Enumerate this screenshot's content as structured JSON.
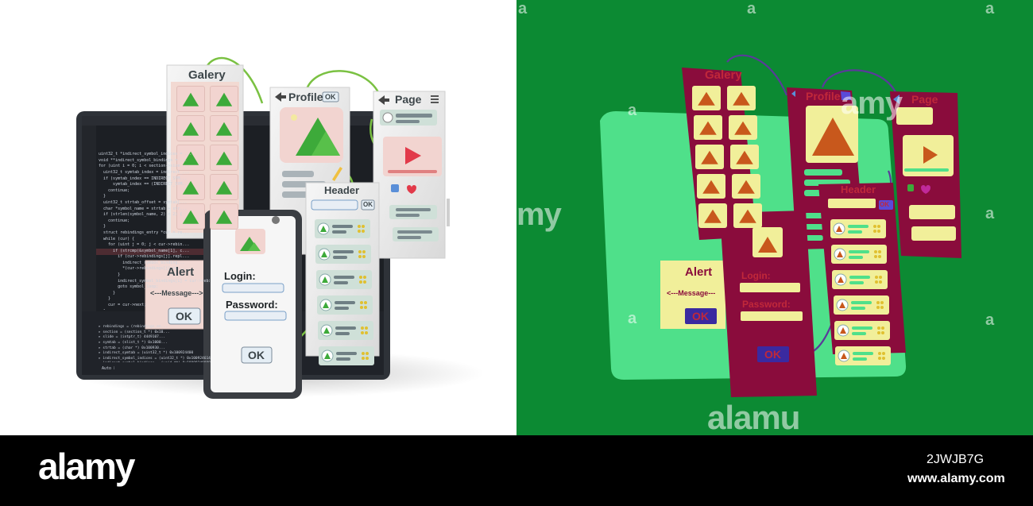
{
  "scene_left": {
    "gallery_title": "Galery",
    "profile_title": "Profile",
    "profile_ok": "OK",
    "page_title": "Page",
    "header_title": "Header",
    "header_ok": "OK",
    "alert_title": "Alert",
    "alert_message": "<---Message--->",
    "alert_ok": "OK",
    "login_label": "Login:",
    "password_label": "Password:",
    "phone_ok": "OK",
    "code_lines": [
      "uint32_t *indirect_symbol_indices = ...",
      "void **indirect_symbol_bindings = ...",
      "for (uint i = 0; i < section->size ...",
      "  uint32_t symtab_index = indirect_...",
      "  if (symtab_index == INDIRECT_SYM...",
      "      symtab_index == (INDIRECT_SYM...",
      "    continue;",
      "  }",
      "  uint32_t strtab_offset = symtab[...",
      "  char *symbol_name = strtab + str...",
      "  if (strlen(symbol_name, 2) < 2) {",
      "    continue;",
      "  }",
      "  struct rebindings_entry *cur = re...",
      "  while (cur) {",
      "    for (uint j = 0; j < cur->rebin...",
      "      if (strcmp(&symbol_name[1], c...",
      "        if (cur->rebindings[j].repl...",
      "          indirect_symbol_binding...",
      "          *(cur->rebindings[j].re...",
      "        }",
      "        indirect_symbol_bindings[i] = cur->rebin...",
      "        goto symbol_loop;",
      "      }",
      "    }",
      "    cur = cur->next;",
      "  }",
      "  symbol_loop:;",
      "}",
      "",
      "static void rebi..."
    ],
    "debug_lines": [
      "▸ rebindings = (rebindings_en...",
      "▸ section = (section_t *) 0x10...",
      "▸ slide = (intptr_t) 4449107...",
      "▸ symtab = (nlist_t *) 0x1000...",
      "▸ strtab = (char *) 0x100930...",
      "▸ indirect_symtab = (uint32_t *) 0x100924400",
      "▸ indirect_symbol_indices = (uint32_t *) 0x100924614",
      "▸ indirect_symbol_bindings = (void **) 0x10009340000",
      "  i = (uint) 35"
    ],
    "debug_status": "Auto ⁞"
  },
  "scene_right": {
    "gallery_title": "Galery",
    "profile_title": "Profile",
    "page_title": "Page",
    "header_title": "Header",
    "header_ok": "OK",
    "alert_title": "Alert",
    "alert_message": "<---Message---",
    "alert_ok": "OK",
    "login_label": "Login:",
    "password_label": "Password:",
    "phone_ok": "OK"
  },
  "watermarks": {
    "logo": "alamy",
    "small": "a",
    "center_right": "amy",
    "bottom_center": "alamu",
    "left_edge": "my"
  },
  "footer": {
    "logo": "alamy",
    "image_id": "2JWJB7G",
    "site": "www.alamy.com"
  },
  "colors": {
    "left_bg": "#ffffff",
    "right_bg": "#0c8a33",
    "footer_bg": "#000000",
    "mint": "#4fe08a",
    "maroon": "#8a0c3c",
    "cream": "#f1ef9a",
    "mountain_green": "#3daa3a",
    "mountain_orange": "#c8581c",
    "play_red": "#e23a4a"
  }
}
